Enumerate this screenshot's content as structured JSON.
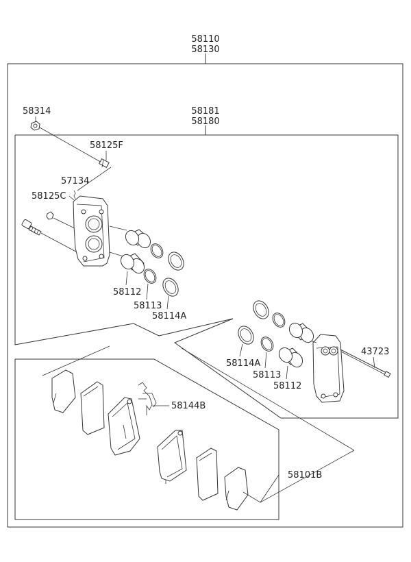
{
  "labels": {
    "assembly_top": "58110",
    "assembly_bottom": "58130",
    "caliper_set_top": "58181",
    "caliper_set_bottom": "58180",
    "bleeder_screw": "58314",
    "bleeder_cap": "58125F",
    "clip_57134": "57134",
    "cap_58125c": "58125C",
    "piston_left": "58112",
    "seal_left": "58113",
    "boot_left": "58114A",
    "boot_right": "58114A",
    "seal_right": "58113",
    "piston_right": "58112",
    "pin_43723": "43723",
    "spring_58144b": "58144B",
    "pad_kit": "58101B"
  }
}
